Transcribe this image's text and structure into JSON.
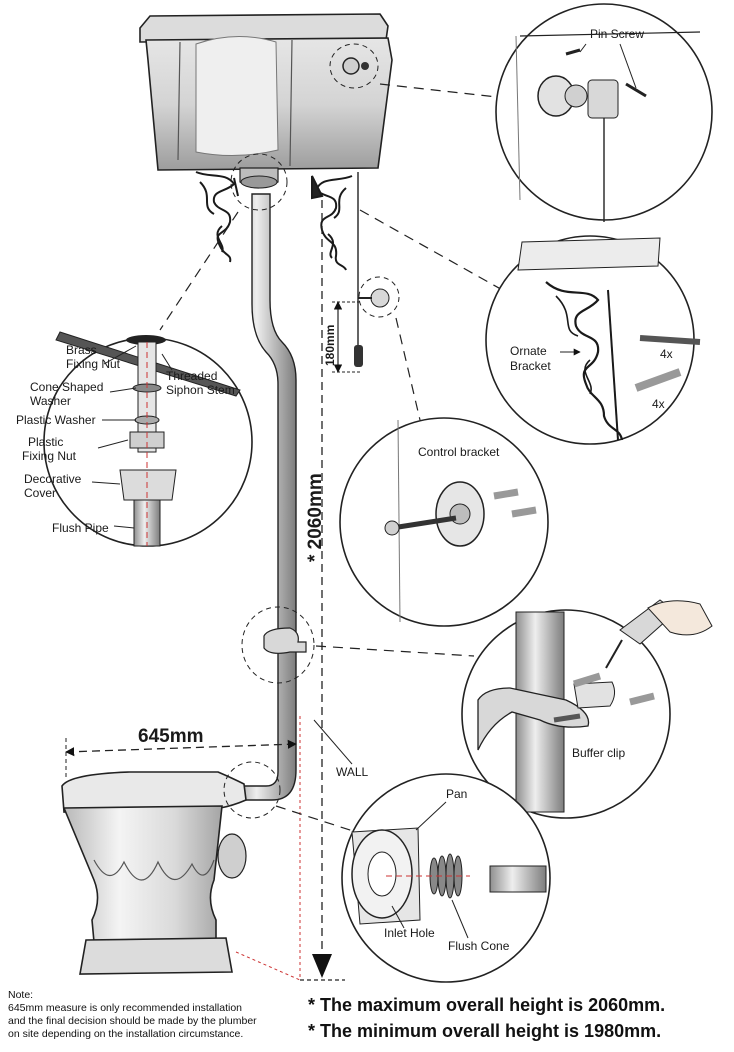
{
  "labels": {
    "pin_screw": "Pin Screw",
    "brass_fixing_nut": [
      "Brass",
      "Fixing Nut"
    ],
    "threaded_siphon_stem": [
      "Threaded",
      "Siphon Stem"
    ],
    "cone_shaped_washer": [
      "Cone Shaped",
      "Washer"
    ],
    "plastic_washer": "Plastic Washer",
    "plastic_fixing_nut": [
      "Plastic",
      "Fixing Nut"
    ],
    "decorative_cover": [
      "Decorative",
      "Cover"
    ],
    "flush_pipe": "Flush Pipe",
    "ornate_bracket": [
      "Ornate",
      "Bracket"
    ],
    "qty_screws": "4x",
    "qty_plugs": "4x",
    "control_bracket": "Control bracket",
    "buffer_clip": "Buffer clip",
    "pan": "Pan",
    "inlet_hole": "Inlet Hole",
    "flush_cone": "Flush Cone",
    "wall": "WALL"
  },
  "dimensions": {
    "overall_height": "* 2060mm",
    "pan_projection": "645mm",
    "chain_drop": "180mm"
  },
  "note": {
    "heading": "Note:",
    "lines": [
      "645mm measure is only recommended installation",
      "and the final decision should be made by the plumber",
      "on site depending on the installation circumstance."
    ]
  },
  "summary": {
    "max_height": "* The maximum overall height is 2060mm.",
    "min_height": "* The minimum overall height is 1980mm."
  }
}
